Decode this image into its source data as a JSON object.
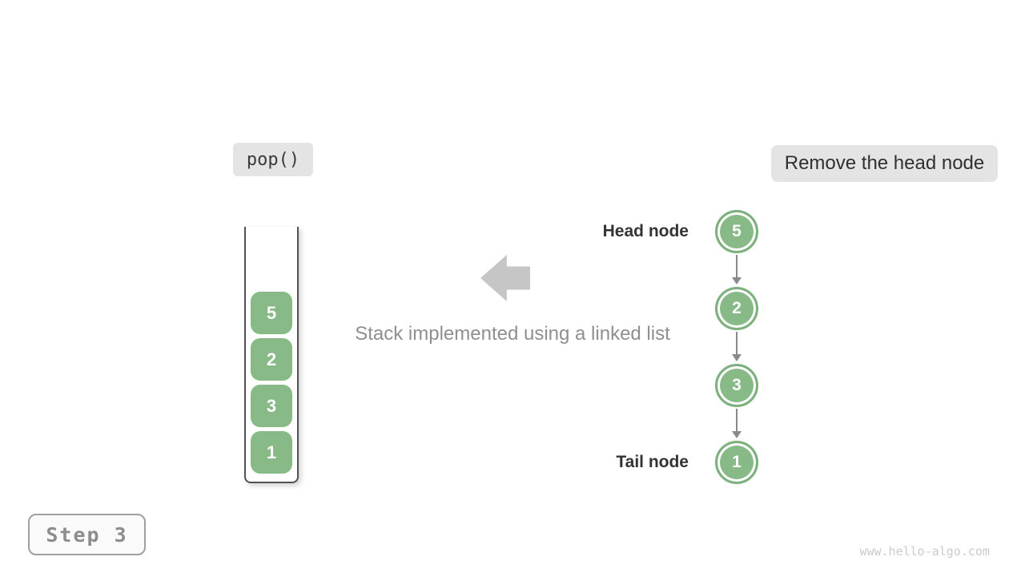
{
  "figure": {
    "operation_label": "pop()",
    "action_label": "Remove the head node",
    "caption": "Stack implemented using a linked list",
    "step_label": "Step 3",
    "watermark": "www.hello-algo.com"
  },
  "stack": {
    "values": [
      "5",
      "2",
      "3",
      "1"
    ]
  },
  "linked_list": {
    "head_label": "Head node",
    "tail_label": "Tail node",
    "nodes": [
      "5",
      "2",
      "3",
      "1"
    ]
  },
  "icons": {
    "left_arrow": "left-block-arrow",
    "down_arrow": "down-arrow"
  },
  "colors": {
    "green": "#87ba87",
    "green-border": "#7db07d",
    "badge-bg": "#e4e4e4",
    "arrow-gray": "#8a8a8a",
    "block-arrow-gray": "#c6c6c6",
    "text-dark": "#333333",
    "text-gray": "#8f8f8f",
    "watermark-gray": "#cbcbcb"
  }
}
